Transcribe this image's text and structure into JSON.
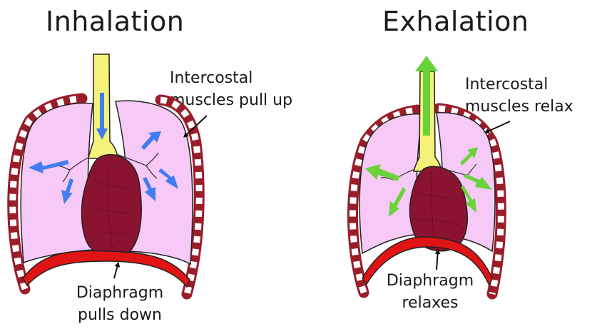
{
  "inhalation": {
    "title": "Inhalation",
    "intercostal": [
      "Intercostal",
      "muscles pull up"
    ],
    "diaphragm": [
      "Diaphragm",
      "pulls down"
    ],
    "air_direction": "in",
    "arrow_color": "#3f7df0"
  },
  "exhalation": {
    "title": "Exhalation",
    "intercostal": [
      "Intercostal",
      "muscles relax"
    ],
    "diaphragm": [
      "Diaphragm",
      "relaxes"
    ],
    "air_direction": "out",
    "arrow_color": "#6ad23a"
  },
  "colors": {
    "lung": "#f6c9f6",
    "trachea": "#f5f27a",
    "heart": "#8a1430",
    "diaphragm": "#e01414",
    "rib": "#9a1d2a"
  }
}
